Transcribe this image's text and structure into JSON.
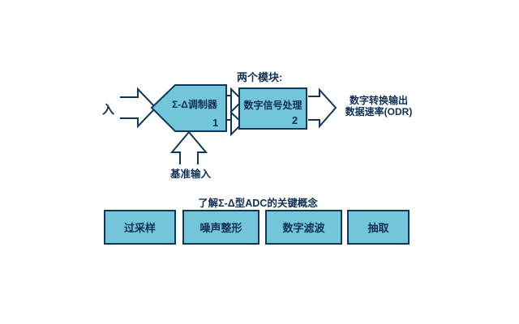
{
  "colors": {
    "block_fill": "#73C6D9",
    "outline": "#12375D",
    "text": "#0E3055",
    "background": "#FFFFFF"
  },
  "flow": {
    "input_label": "入",
    "modulator": {
      "label": "Σ-Δ调制器",
      "number": "1"
    },
    "modules_caption": "两个模块:",
    "dsp": {
      "label": "数字信号处理",
      "number": "2"
    },
    "output": {
      "line1": "数字转换输出",
      "line2": "数据速率(ODR)"
    },
    "reference_label": "基准输入"
  },
  "concepts": {
    "title": "了解Σ-Δ型ADC的关键概念",
    "boxes": [
      {
        "label": "过采样"
      },
      {
        "label": "噪声整形"
      },
      {
        "label": "数字滤波"
      },
      {
        "label": "抽取"
      }
    ]
  }
}
